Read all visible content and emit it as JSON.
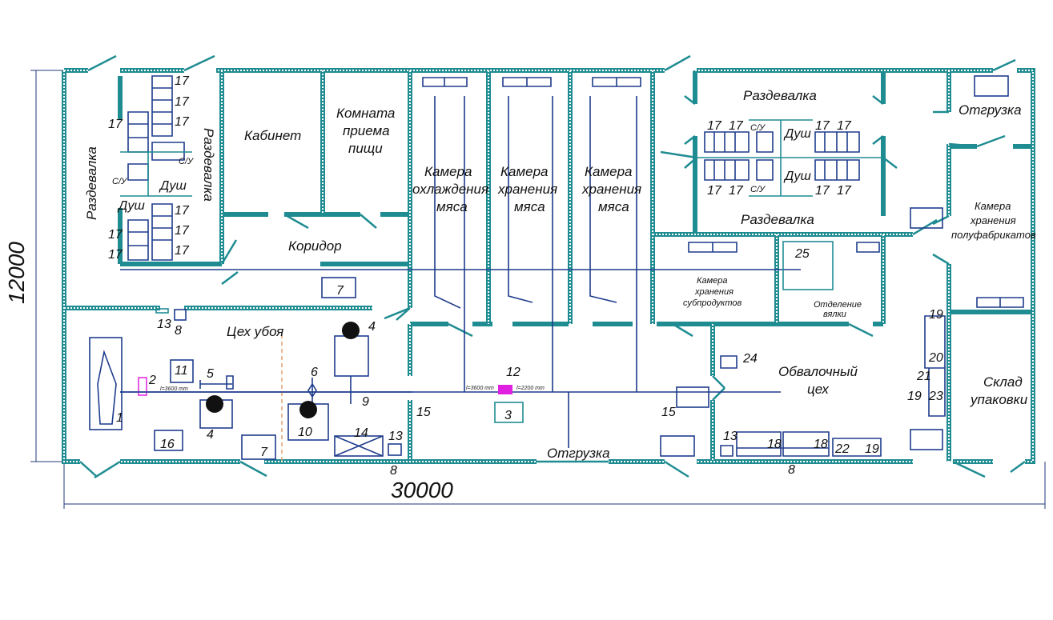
{
  "dimensions": {
    "width": "30000",
    "height": "12000"
  },
  "rooms": {
    "razdevalka_left": "Раздевалка",
    "razdevalka_left2": "Раздевалка",
    "dush_left1": "Душ",
    "dush_left2": "Душ",
    "su_left1": "С/У",
    "su_left2": "С/У",
    "kabinet": "Кабинет",
    "komnata": [
      "Комната",
      "приема",
      "пищи"
    ],
    "koridor": "Коридор",
    "kamera_ohl": [
      "Камера",
      "охлаждения",
      "мяса"
    ],
    "kamera_hr1": [
      "Камера",
      "хранения",
      "мяса"
    ],
    "kamera_hr2": [
      "Камера",
      "хранения",
      "мяса"
    ],
    "razdevalka_top": "Раздевалка",
    "razdevalka_bottom": "Раздевалка",
    "dush_r1": "Душ",
    "dush_r2": "Душ",
    "su_r1": "С/У",
    "su_r2": "С/У",
    "otgruzka_top": "Отгрузка",
    "kamera_polufab": [
      "Камера",
      "хранения",
      "полуфабрикатов"
    ],
    "kamera_subprod": [
      "Камера",
      "хранения",
      "субпродуктов"
    ],
    "otdelenie": [
      "Отделение",
      "вялки"
    ],
    "obvalochny": [
      "Обвалочный",
      "цех"
    ],
    "sklad": [
      "Склад",
      "упаковки"
    ],
    "tseh_uboya": "Цех убоя",
    "otgruzka_bottom": "Отгрузка"
  },
  "annotations": {
    "l1": "l=3600 mm",
    "l2": "l=3600 mm",
    "l3": "l=2200 mm"
  },
  "equipment": {
    "n17": "17",
    "n1": "1",
    "n2": "2",
    "n3": "3",
    "n4": "4",
    "n5": "5",
    "n6": "6",
    "n7": "7",
    "n8": "8",
    "n9": "9",
    "n10": "10",
    "n11": "11",
    "n12": "12",
    "n13": "13",
    "n14": "14",
    "n15": "15",
    "n16": "16",
    "n18": "18",
    "n19": "19",
    "n20": "20",
    "n21": "21",
    "n22": "22",
    "n23": "23",
    "n24": "24",
    "n25": "25"
  },
  "colors": {
    "wall": "#1f8c92",
    "equipment": "#1e3c8c",
    "rail_device": "#e020e0",
    "cut_line": "#e0a070"
  }
}
